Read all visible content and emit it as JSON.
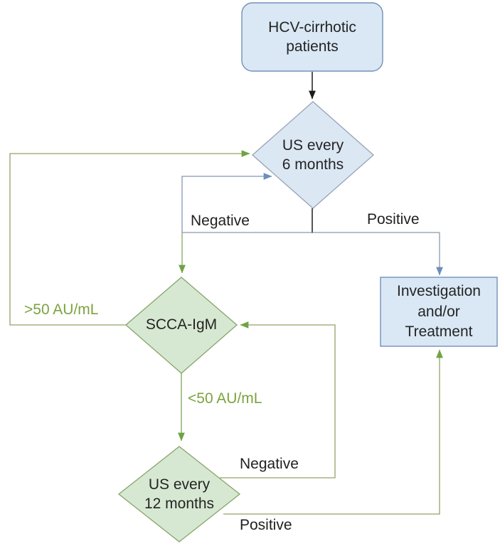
{
  "figure": {
    "type": "flowchart",
    "description": "Surveillance algorithm for HCV-cirrhotic patients using ultrasound and SCCA-IgM"
  },
  "nodes": {
    "hcv": {
      "label": "HCV-cirrhotic\npatients",
      "shape": "rounded-rectangle",
      "theme": "blue"
    },
    "us6": {
      "label": "US every\n6 months",
      "shape": "diamond",
      "theme": "blue"
    },
    "scca": {
      "label": "SCCA-IgM",
      "shape": "diamond",
      "theme": "green"
    },
    "us12": {
      "label": "US every\n12 months",
      "shape": "diamond",
      "theme": "green"
    },
    "invest": {
      "label": "Investigation\nand/or\nTreatment",
      "shape": "rectangle",
      "theme": "blue"
    }
  },
  "edges": [
    {
      "from": "hcv-cirrhotic-patients",
      "to": "us-every-6-months",
      "label": "",
      "color": "black"
    },
    {
      "from": "us-every-6-months",
      "to": "scca-igm",
      "label": "Negative",
      "color": "blue"
    },
    {
      "from": "us-every-6-months",
      "to": "investigation-treatment",
      "label": "Positive",
      "color": "blue"
    },
    {
      "from": "scca-igm",
      "to": "us-every-6-months",
      "label": ">50 AU/mL",
      "color": "green"
    },
    {
      "from": "scca-igm",
      "to": "us-every-12-months",
      "label": "<50 AU/mL",
      "color": "green"
    },
    {
      "from": "us-every-12-months",
      "to": "scca-igm",
      "label": "Negative",
      "color": "green"
    },
    {
      "from": "us-every-12-months",
      "to": "investigation-treatment",
      "label": "Positive",
      "color": "green"
    }
  ],
  "colors": {
    "blue_fill": "#dae8f5",
    "blue_box_stroke": "#7390ba",
    "blue_diamond_stroke": "#97a3b4",
    "green_fill": "#d7e8d2",
    "green_stroke": "#85a569",
    "green_label_text": "#7ca33e",
    "blue_connector": "#8797b3",
    "green_connector": "#95a266",
    "black_connector": "#1c1c1c",
    "node_text": "#242424"
  }
}
